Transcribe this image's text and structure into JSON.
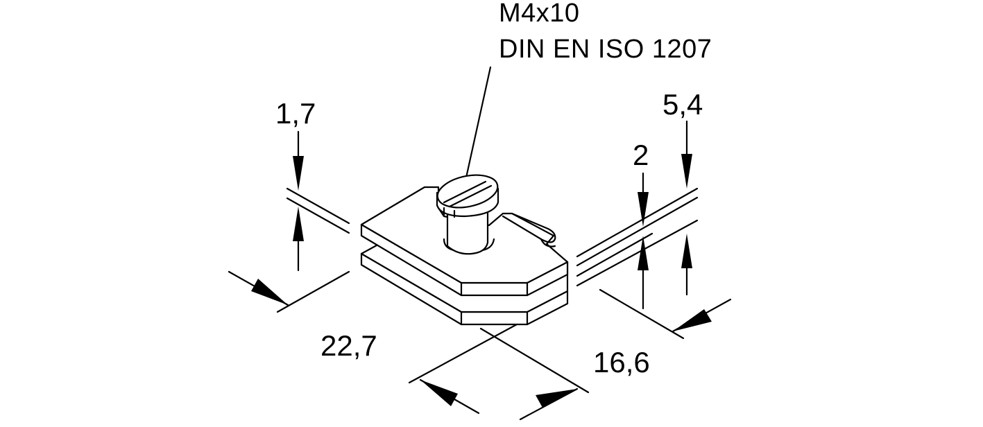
{
  "specification": {
    "thread": "M4x10",
    "standard": "DIN EN ISO 1207"
  },
  "dimensions": [
    {
      "id": "plate-thickness",
      "label": "1,7"
    },
    {
      "id": "total-height",
      "label": "5,4"
    },
    {
      "id": "gap",
      "label": "2"
    },
    {
      "id": "length",
      "label": "22,7"
    },
    {
      "id": "width",
      "label": "16,6"
    }
  ],
  "colors": {
    "line": "#000000",
    "background": "#ffffff"
  }
}
